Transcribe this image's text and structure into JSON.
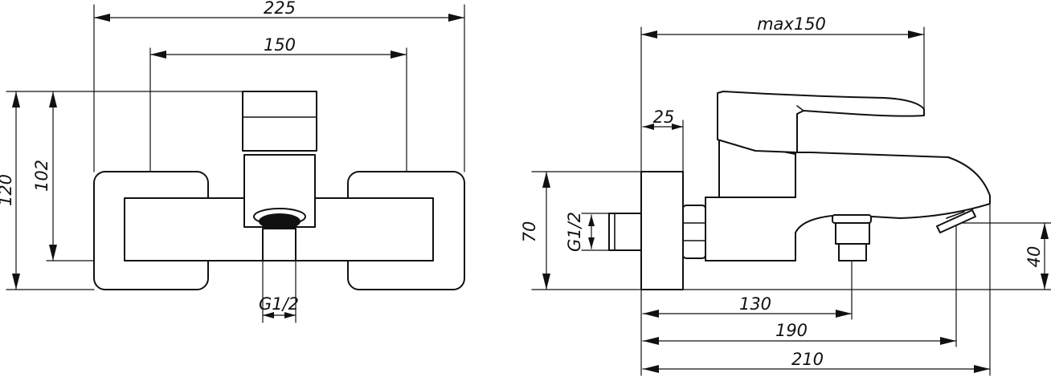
{
  "front_view": {
    "dimensions": {
      "overall_width": "225",
      "center_distance": "150",
      "overall_height": "120",
      "inner_height": "102",
      "outlet_thread": "G1/2"
    }
  },
  "side_view": {
    "dimensions": {
      "spout_reach_max": "max150",
      "wall_flange": "25",
      "body_height": "70",
      "inlet_thread": "G1/2",
      "outlet_height": "40",
      "diverter_position": "130",
      "outlet_position": "190",
      "overall_depth": "210"
    }
  },
  "colors": {
    "line": "#111111",
    "background": "#ffffff"
  }
}
